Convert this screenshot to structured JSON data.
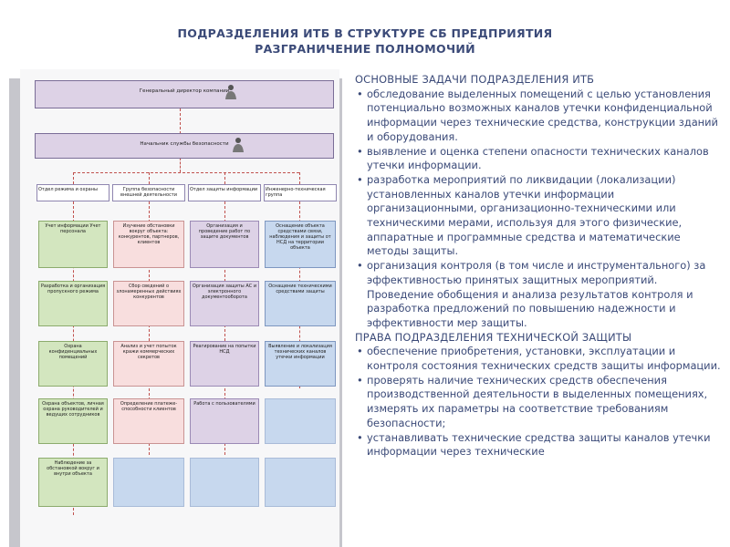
{
  "title": {
    "line1": "ПОДРАЗДЕЛЕНИЯ ИТБ В СТРУКТУРЕ СБ ПРЕДПРИЯТИЯ",
    "line2": "РАЗГРАНИЧЕНИЕ ПОЛНОМОЧИЙ"
  },
  "chart": {
    "director": "Генеральный директор компании",
    "security_head": "Начальник службы безопасности",
    "col1": {
      "header": "Отдел режима и охраны",
      "cells": [
        "Учет информации\nУчет персонала",
        "Разработка и организация пропускного режима",
        "Охрана конфиденциальных помещений",
        "Охрана объектов, личная охрана руководителей и ведущих сотрудников",
        "Наблюдение за обстановкой вокруг и внутри объекта"
      ]
    },
    "col2": {
      "header": "Группа безопасности внешней деятельности",
      "cells": [
        "Изучение обстановки вокруг объекта: конкурентов, партнеров, клиентов",
        "Сбор сведений о злонамеренных действиях конкурентов",
        "Анализ и учет попыток кражи коммерческих секретов",
        "Определение платеже-способности клиентов"
      ]
    },
    "col3": {
      "header": "Отдел защиты информации",
      "cells": [
        "Организация и проведение работ по защите документов",
        "Организация защиты АС и электронного документооборота",
        "Реагирование на попытки НСД",
        "Работа с пользователями"
      ]
    },
    "col4": {
      "header": "Инженерно-техническая группа",
      "cells": [
        "Оснащение объекта средствами связи, наблюдения и защиты от НСД на территории объекта",
        "Оснащение техническими средствами защиты",
        "Выявление и локализация технических каналов утечки информации"
      ]
    }
  },
  "section1": {
    "heading": "ОСНОВНЫЕ ЗАДАЧИ ПОДРАЗДЕЛЕНИЯ  ИТБ",
    "items": [
      "обследование выделенных помещений с целью установления потенциально возможных каналов утечки конфиденциальной информации через технические средства, конструкции зданий и оборудования.",
      "выявление и оценка степени опасности технических каналов утечки информации.",
      "разработка мероприятий по ликвидации (локализации) установленных каналов утечки информации организационными, организационно-техническими или техническими мерами, используя для этого физические, аппаратные и программные средства и математические методы защиты.",
      "организация контроля (в том числе и инструментального) за эффективностью принятых защитных мероприятий. Проведение обобщения и анализа результатов контроля и разработка предложений по повышению надежности и эффективности мер защиты."
    ]
  },
  "section2": {
    "heading": "ПРАВА ПОДРАЗДЕЛЕНИЯ ТЕХНИЧЕСКОЙ ЗАЩИТЫ",
    "items": [
      "обеспечение приобретения, установки, эксплуатации и контроля состояния технических средств защиты информации.",
      "проверять наличие технических средств обеспечения производственной деятельности в выделенных помещениях, измерять их параметры на соответствие требованиям безопасности;",
      "устанавливать технические средства защиты каналов утечки информации через технические"
    ]
  },
  "colors": {
    "title": "#3b4a78",
    "green": "#d3e6bf",
    "blue": "#c7d8ee",
    "purple": "#ddd2e6",
    "pink": "#f8dede",
    "connector": "#c0504d"
  }
}
